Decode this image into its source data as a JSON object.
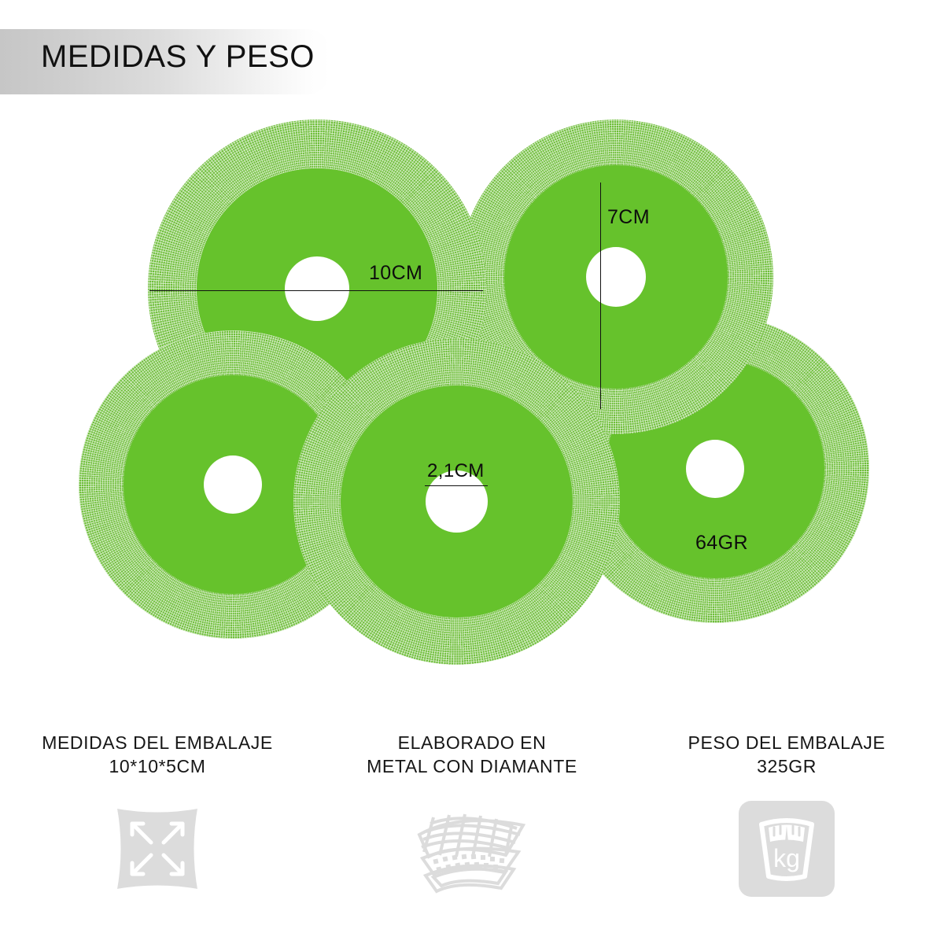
{
  "header": {
    "title": "MEDIDAS Y PESO"
  },
  "product": {
    "annotations": [
      {
        "id": "diameter",
        "value": "10CM",
        "icon": "horizontal-measure-line"
      },
      {
        "id": "inner_face",
        "value": "7CM",
        "icon": "vertical-measure-line"
      },
      {
        "id": "bore",
        "value": "2,1CM",
        "icon": "horizontal-measure-line"
      },
      {
        "id": "weight",
        "value": "64GR",
        "icon": "none"
      }
    ],
    "disc_color": "#66c22c",
    "rim_color": "#6fbf3a",
    "bore_color": "#ffffff",
    "disc_count": 5
  },
  "features": [
    {
      "id": "package-size",
      "line1": "MEDIDAS DEL EMBALAJE",
      "line2": "10*10*5CM",
      "icon": "package-dimensions-icon"
    },
    {
      "id": "material",
      "line1": "ELABORADO EN",
      "line2": "METAL CON DIAMANTE",
      "icon": "metal-mesh-layers-icon"
    },
    {
      "id": "package-weight",
      "line1": "PESO DEL EMBALAJE",
      "line2": "325GR",
      "icon": "kg-scale-icon"
    }
  ],
  "colors": {
    "background": "#ffffff",
    "text": "#111111",
    "banner_start": "#c6c6c6",
    "banner_end": "#ffffff",
    "icon_gray": "#dcdcdc"
  }
}
